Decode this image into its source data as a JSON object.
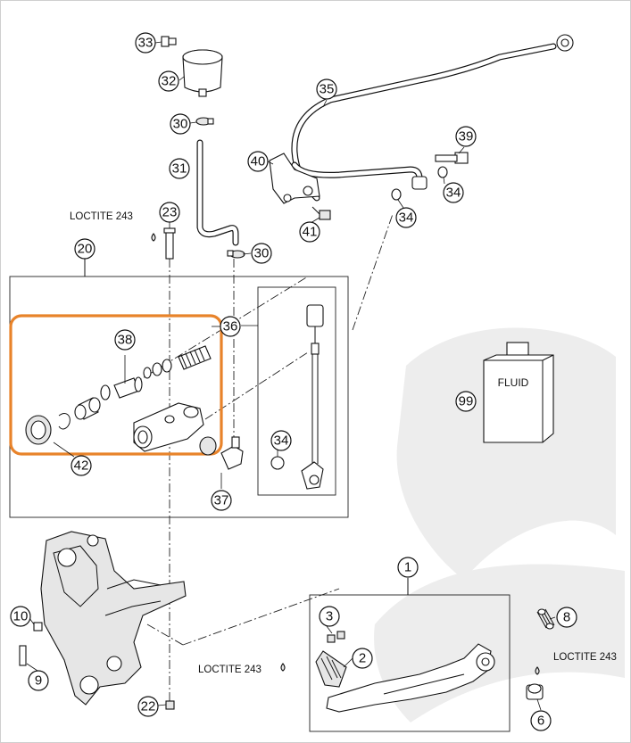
{
  "diagram": {
    "callouts": {
      "c33": "33",
      "c32": "32",
      "c30a": "30",
      "c31": "31",
      "c35": "35",
      "c40": "40",
      "c41": "41",
      "c39": "39",
      "c34a": "34",
      "c34b": "34",
      "c23": "23",
      "c30b": "30",
      "c20": "20",
      "c36": "36",
      "c38": "38",
      "c99": "99",
      "c42": "42",
      "c34c": "34",
      "c37": "37",
      "c1": "1",
      "c10": "10",
      "c3": "3",
      "c8": "8",
      "c2": "2",
      "c9": "9",
      "c22": "22",
      "c6": "6"
    },
    "notes": {
      "loctite_left": "LOCTITE 243",
      "loctite_bottom": "LOCTITE 243",
      "loctite_right": "LOCTITE 243"
    },
    "fluid_label": "FLUID",
    "highlight_color": "#e8832a",
    "watermark_color": "#ededed",
    "line_color": "#111111"
  }
}
